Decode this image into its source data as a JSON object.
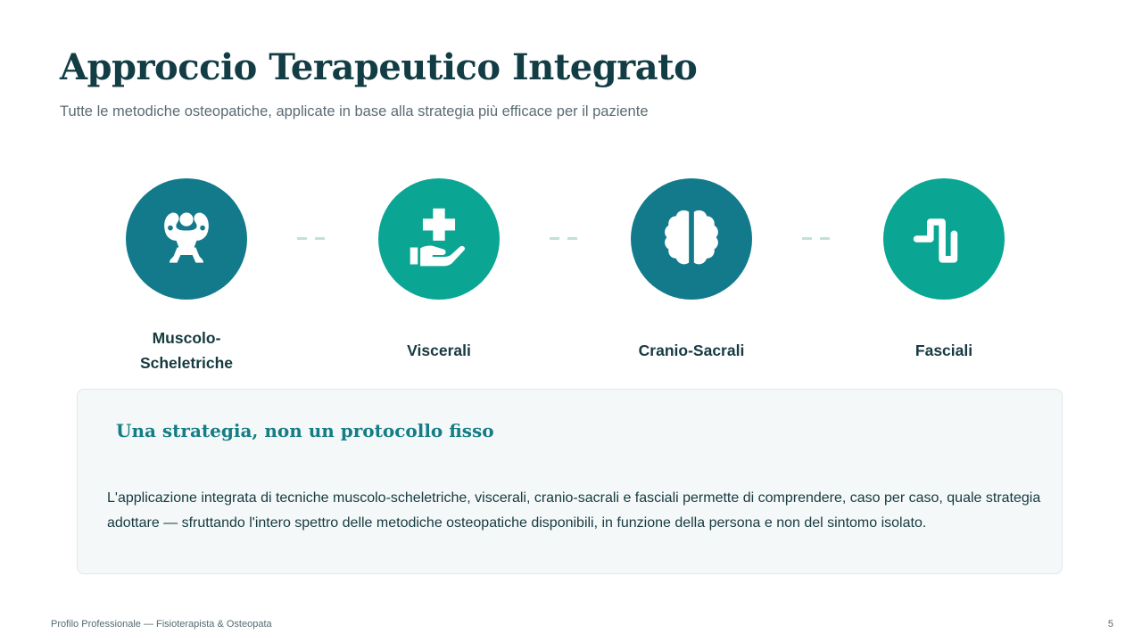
{
  "slide": {
    "title": "Approccio Terapeutico Integrato",
    "subtitle": "Tutte le metodiche osteopatiche, applicate in base alla strategia più efficace per il paziente"
  },
  "techniques": [
    {
      "label": "Muscolo-Scheletriche",
      "icon": "muscle-icon",
      "color": "#137a8c"
    },
    {
      "label": "Viscerali",
      "icon": "care-hand-plus-icon",
      "color": "#0aa593"
    },
    {
      "label": "Cranio-Sacrali",
      "icon": "brain-icon",
      "color": "#137a8c"
    },
    {
      "label": "Fasciali",
      "icon": "wave-line-icon",
      "color": "#0aa593"
    }
  ],
  "panel": {
    "title": "Una strategia, non un protocollo fisso",
    "text": "L'applicazione integrata di tecniche muscolo-scheletriche, viscerali, cranio-sacrali e fasciali permette di comprendere, caso per caso, quale strategia adottare — sfruttando l'intero spettro delle metodiche osteopatiche disponibili, in funzione della persona e non del sintomo isolato."
  },
  "footer": {
    "left": "Profilo Professionale — Fisioterapista & Osteopata",
    "page_number": "5"
  },
  "colors": {
    "teal_dark": "#137a8c",
    "teal_green": "#0aa593",
    "title": "#123d44",
    "accent_heading": "#147d85"
  }
}
